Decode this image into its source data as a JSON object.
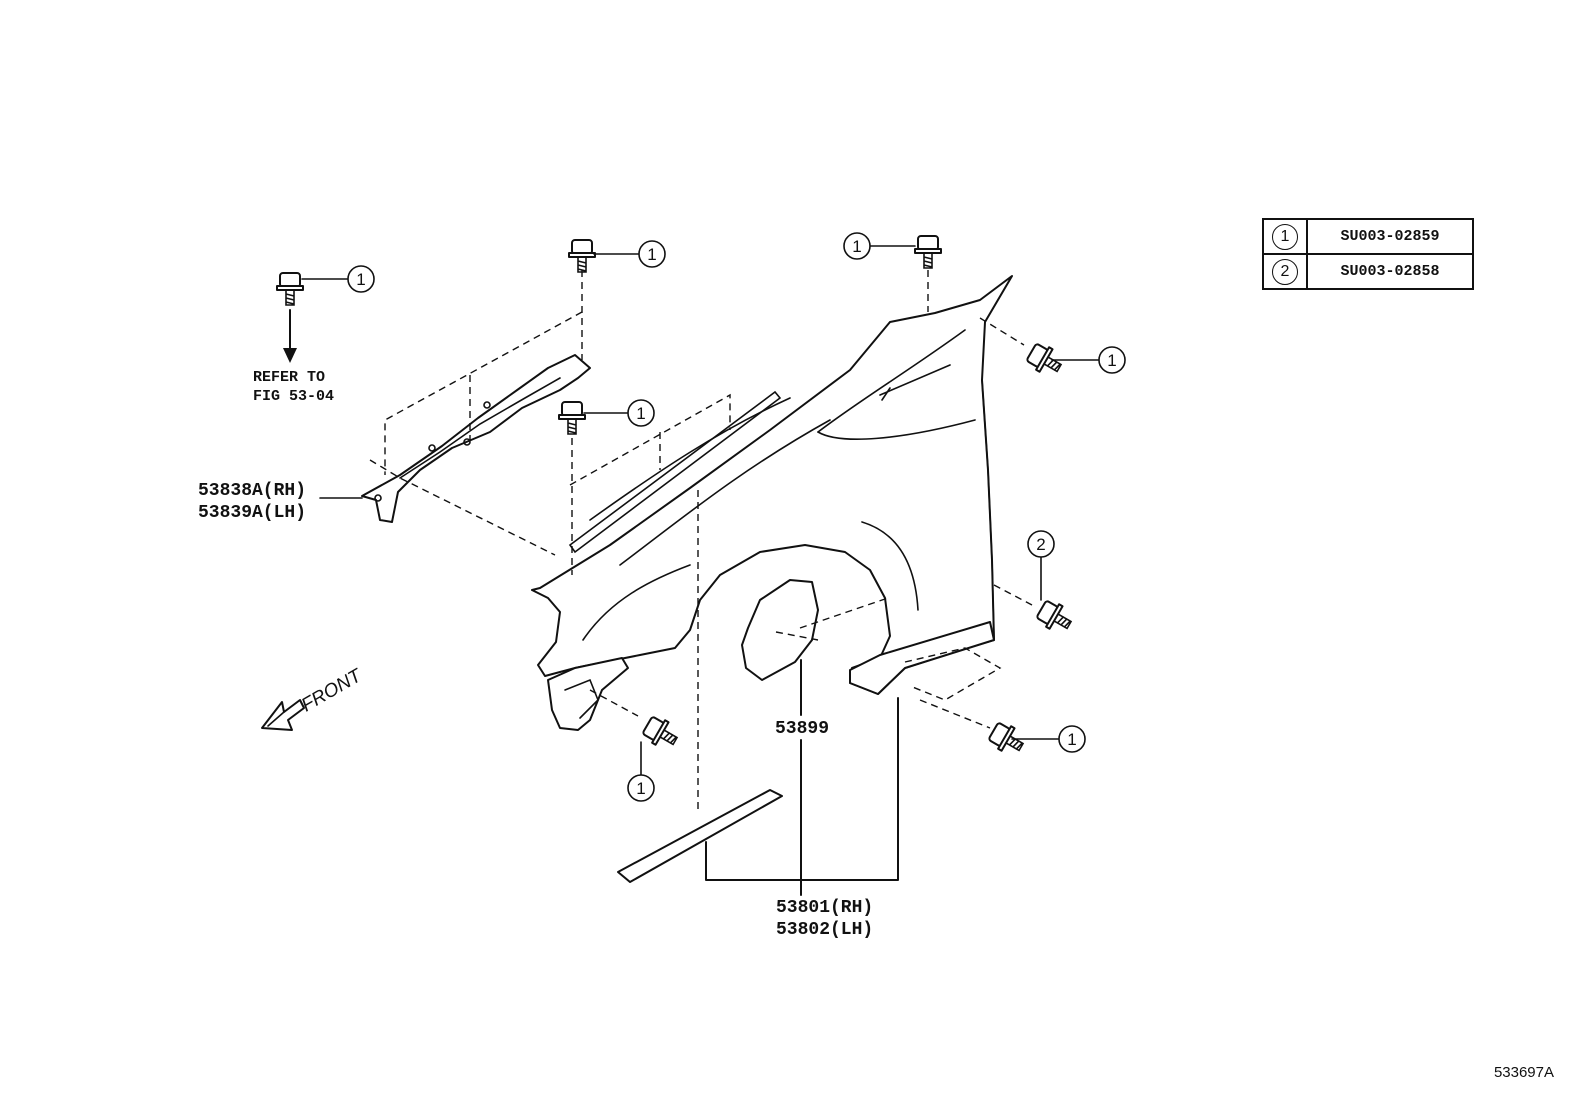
{
  "legend": {
    "rows": [
      {
        "key": "1",
        "part": "SU003-02859"
      },
      {
        "key": "2",
        "part": "SU003-02858"
      }
    ]
  },
  "callout_refs": {
    "one": "1",
    "two": "2"
  },
  "labels": {
    "refer_line1": "REFER TO",
    "refer_line2": "FIG 53-04",
    "bracket_rh": "53838A(RH)",
    "bracket_lh": "53839A(LH)",
    "liner": "53899",
    "fender_rh": "53801(RH)",
    "fender_lh": "53802(LH)",
    "front": "FRONT"
  },
  "diagram_code": "533697A"
}
